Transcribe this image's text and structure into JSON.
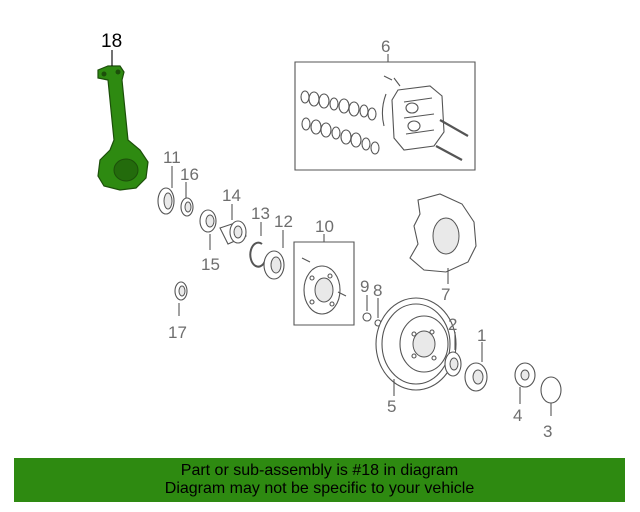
{
  "highlight_color": "#2e8a11",
  "callouts": {
    "c1": "1",
    "c2": "2",
    "c3": "3",
    "c4": "4",
    "c5": "5",
    "c6": "6",
    "c7": "7",
    "c8": "8",
    "c9": "9",
    "c10": "10",
    "c11": "11",
    "c12": "12",
    "c13": "13",
    "c14": "14",
    "c15": "15",
    "c16": "16",
    "c17": "17",
    "c18": "18"
  },
  "banner": {
    "line1": "Part or sub-assembly is #18 in diagram",
    "line2": "Diagram may not be specific to your vehicle"
  }
}
